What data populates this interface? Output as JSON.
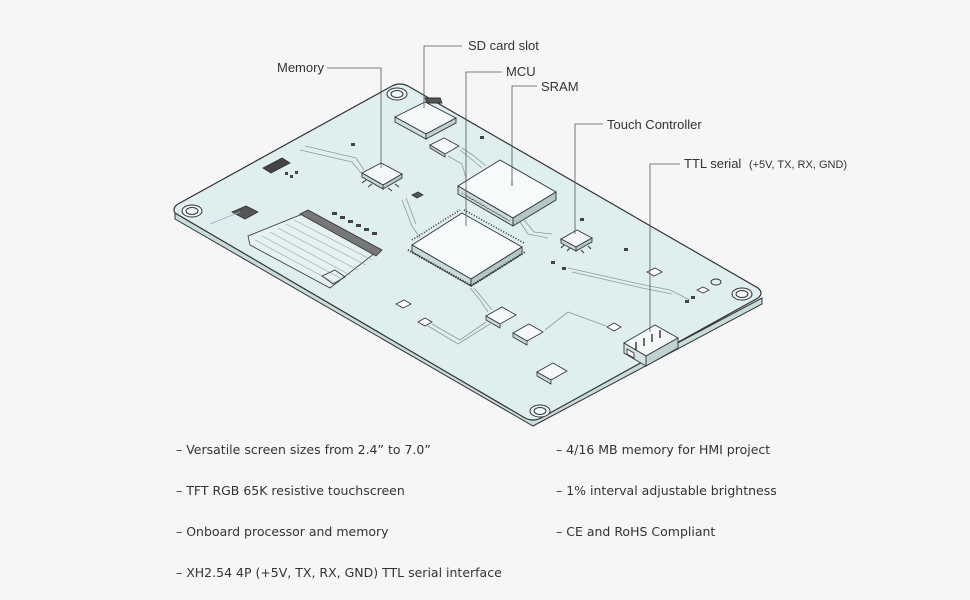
{
  "labels": {
    "memory": "Memory",
    "sd_card_slot": "SD card slot",
    "mcu": "MCU",
    "sram": "SRAM",
    "touch_controller": "Touch Controller",
    "ttl_serial": "TTL serial",
    "ttl_serial_detail": "(+5V, TX, RX, GND)"
  },
  "features": {
    "left": [
      "– Versatile screen sizes from 2.4” to 7.0”",
      "– TFT RGB 65K resistive touchscreen",
      "– Onboard processor and memory",
      "– XH2.54 4P (+5V, TX, RX, GND) TTL serial interface"
    ],
    "right": [
      "– 4/16 MB memory for HMI project",
      "– 1% interval adjustable brightness",
      "– CE and RoHS Compliant"
    ]
  },
  "colors": {
    "board": "#dfeeee",
    "board_edge": "#c9dcdc",
    "outline": "#333333",
    "background": "#f6f6f6"
  }
}
